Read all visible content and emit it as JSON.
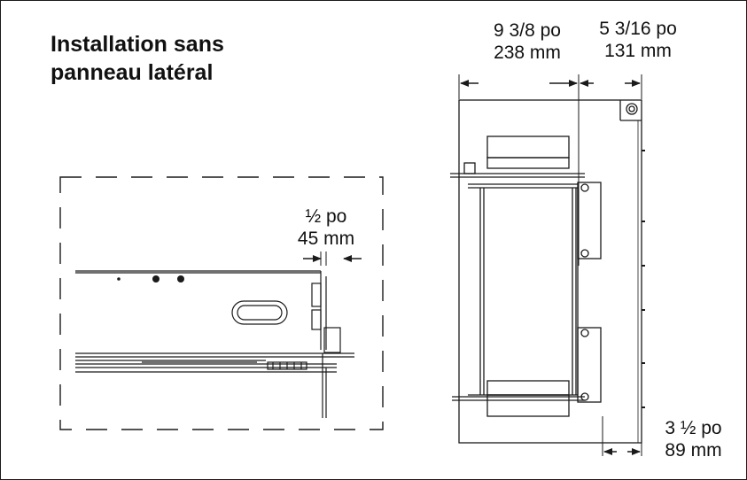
{
  "title": {
    "line1": "Installation sans",
    "line2": "panneau latéral"
  },
  "dimensions": {
    "top_left": {
      "imperial": "9 3/8 po",
      "metric": "238 mm"
    },
    "top_right": {
      "imperial": "5 3/16 po",
      "metric": "131 mm"
    },
    "side_gap": {
      "imperial": "½ po",
      "metric": "45 mm"
    },
    "bottom_right": {
      "imperial": "3 ½ po",
      "metric": "89 mm"
    }
  },
  "colors": {
    "line": "#1a1a1a",
    "background": "#ffffff"
  }
}
